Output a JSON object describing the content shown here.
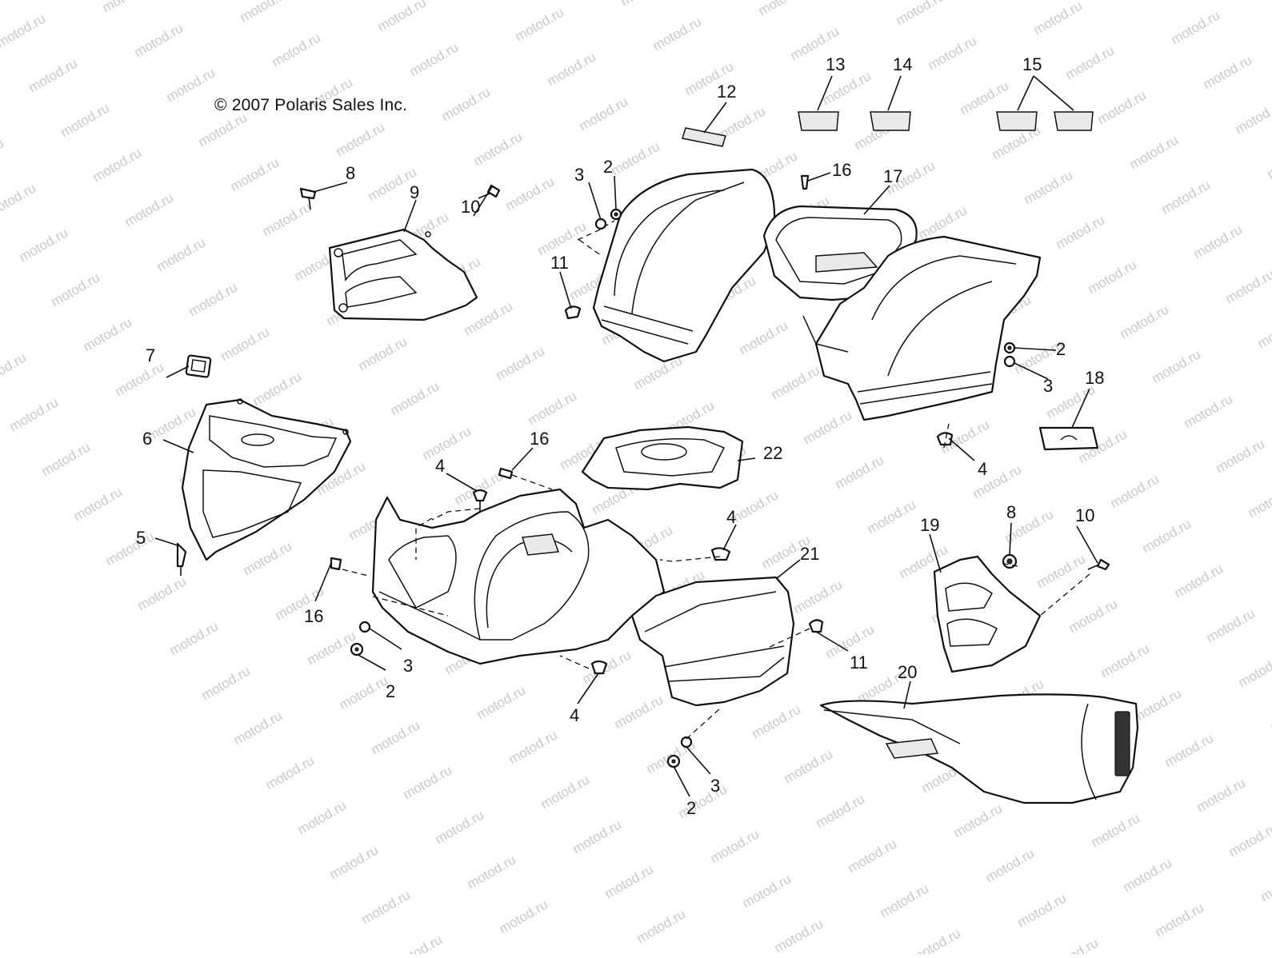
{
  "copyright": "© 2007 Polaris Sales Inc.",
  "watermark": "motod.ru",
  "callouts": [
    "2",
    "3",
    "4",
    "5",
    "6",
    "7",
    "8",
    "9",
    "10",
    "11",
    "12",
    "13",
    "14",
    "15",
    "16",
    "17",
    "18",
    "19",
    "20",
    "21",
    "22"
  ]
}
